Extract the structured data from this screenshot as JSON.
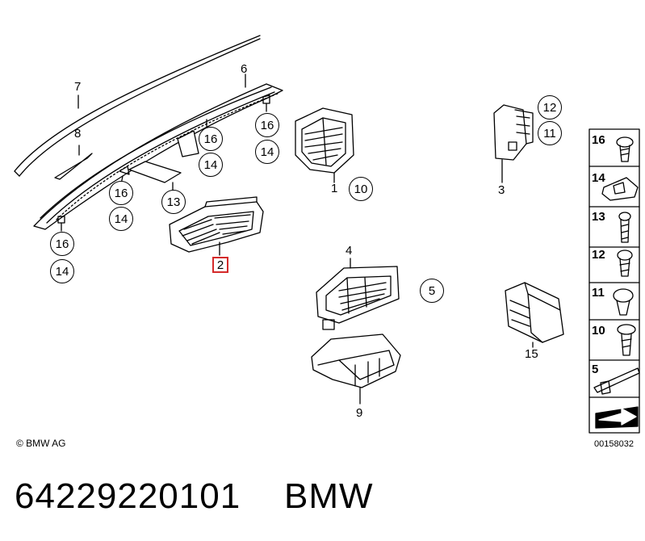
{
  "callouts": {
    "c1": "1",
    "c2": "2",
    "c3": "3",
    "c4": "4",
    "c5": "5",
    "c6": "6",
    "c7": "7",
    "c8": "8",
    "c9": "9",
    "c10": "10",
    "c11": "11",
    "c12": "12",
    "c13": "13",
    "c14": "14",
    "c15": "15",
    "c16": "16"
  },
  "legend": {
    "items": [
      "16",
      "14",
      "13",
      "12",
      "11",
      "10",
      "5"
    ]
  },
  "footer": {
    "copyright": "© BMW AG",
    "diagram_id": "00158032",
    "part_number": "64229220101",
    "brand": "BMW"
  },
  "colors": {
    "highlight": "#d42a2a",
    "line": "#000000"
  }
}
